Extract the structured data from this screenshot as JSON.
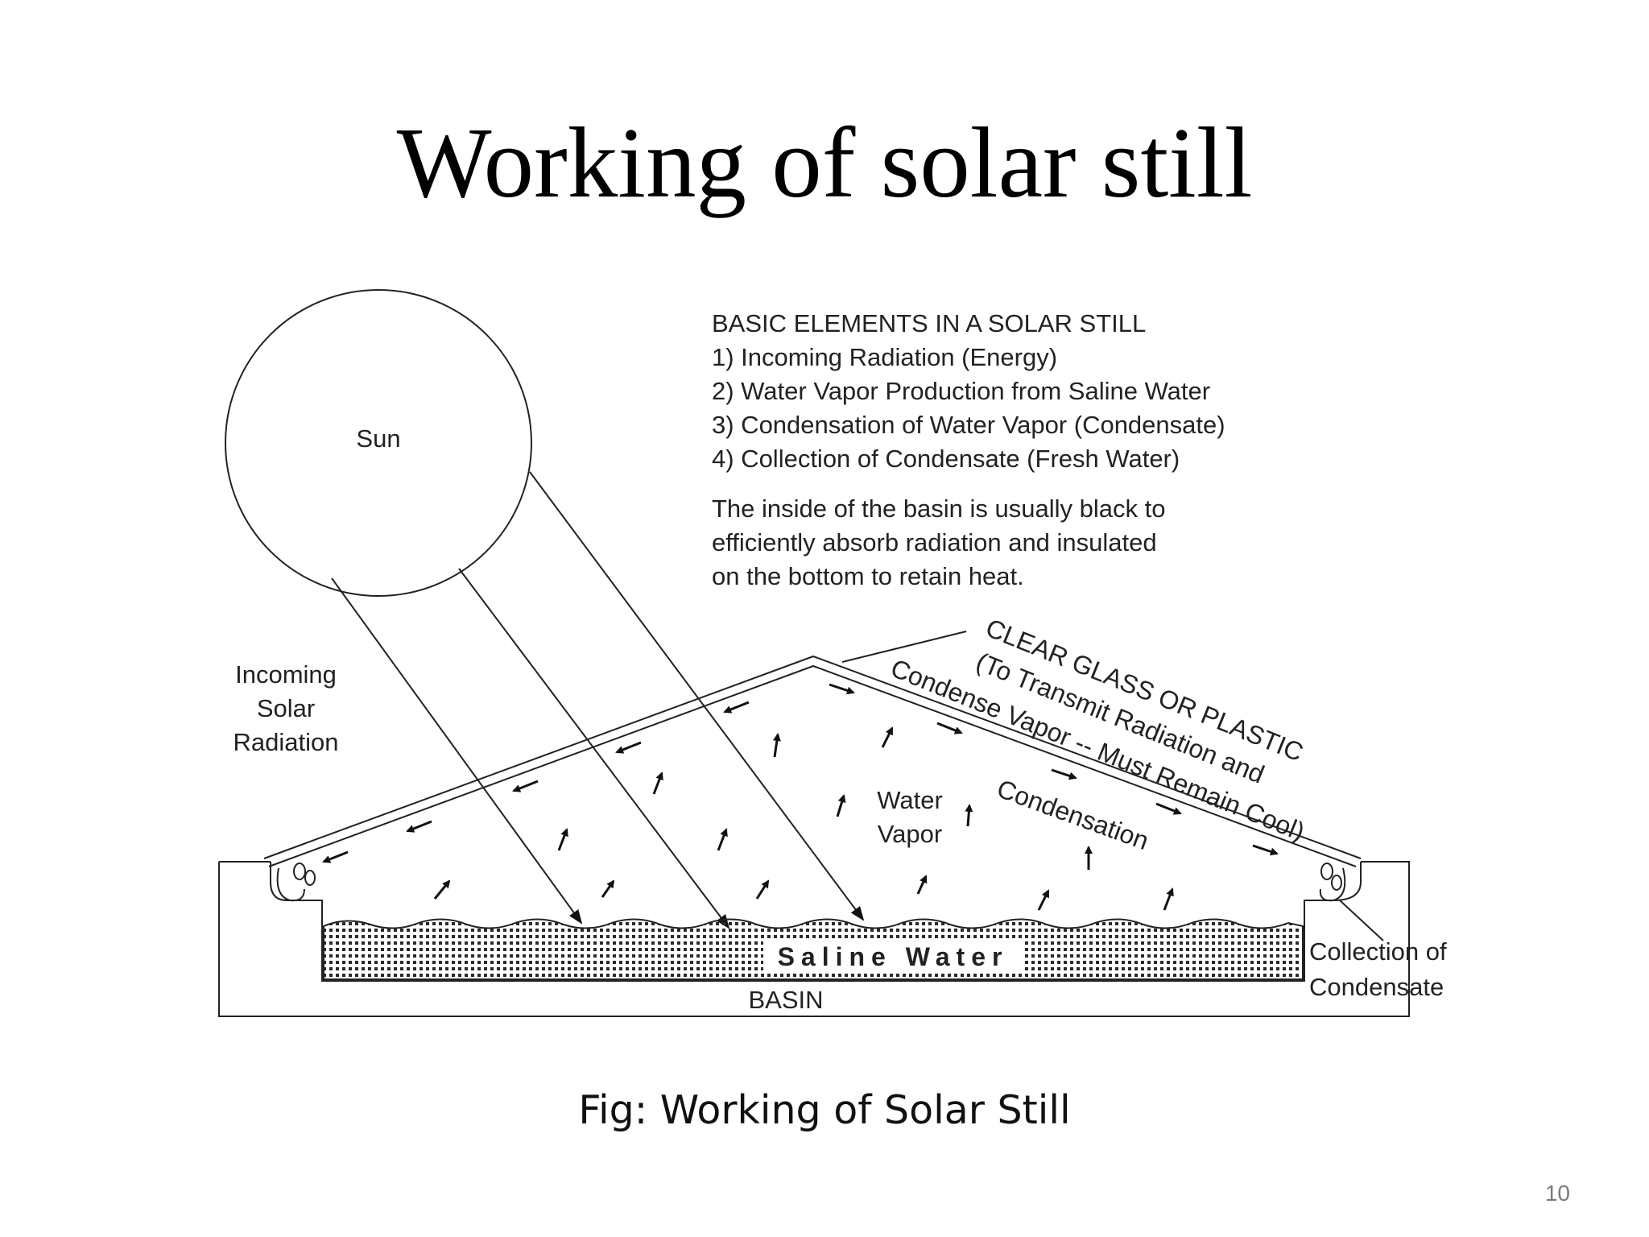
{
  "title": "Working of solar still",
  "diagram": {
    "sun_label": "Sun",
    "info_heading": "BASIC ELEMENTS IN A SOLAR STILL",
    "info_items": [
      "1)  Incoming Radiation (Energy)",
      "2)  Water Vapor Production from Saline Water",
      "3)  Condensation of Water Vapor (Condensate)",
      "4)  Collection of Condensate (Fresh Water)"
    ],
    "info_note": [
      "The inside of the basin is usually black to",
      "efficiently absorb radiation and insulated",
      "on the bottom to retain heat."
    ],
    "incoming_label": [
      "Incoming",
      "Solar",
      "Radiation"
    ],
    "glass_label": [
      "CLEAR GLASS OR PLASTIC",
      "(To Transmit Radiation and",
      "Condense Vapor -- Must Remain Cool)"
    ],
    "water_vapor_label": [
      "Water",
      "Vapor"
    ],
    "condensation_label": "Condensation",
    "saline_water_label": "Saline Water",
    "basin_label": "BASIN",
    "collection_label": [
      "Collection of",
      "Condensate"
    ]
  },
  "caption": "Fig: Working of Solar Still",
  "page_number": "10"
}
